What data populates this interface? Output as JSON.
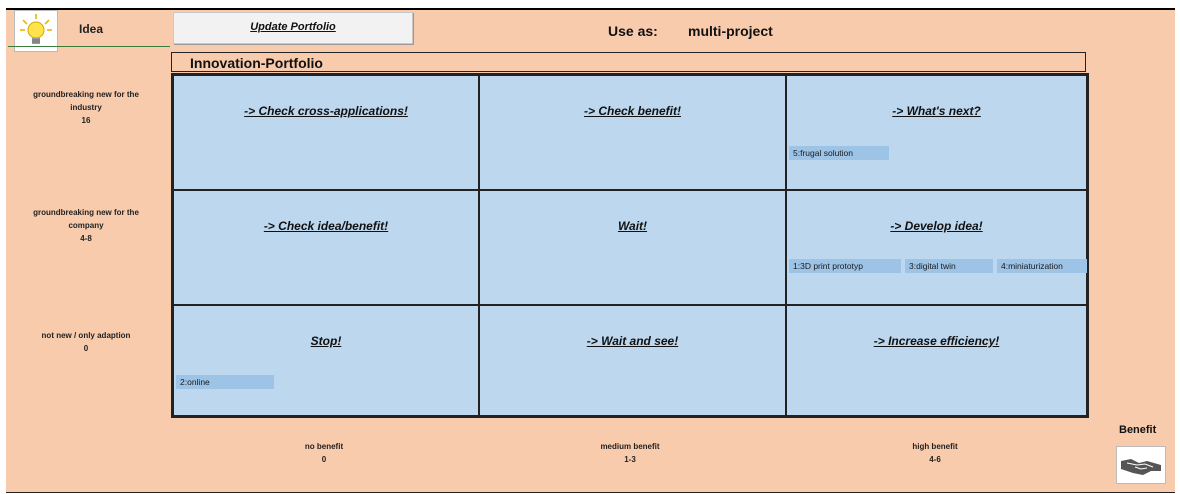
{
  "header": {
    "idea_label": "Idea",
    "update_button": "Update Portfolio",
    "use_as_label": "Use as:",
    "use_as_value": "multi-project"
  },
  "portfolio": {
    "title": "Innovation-Portfolio",
    "cells": [
      {
        "title": "-> Check cross-applications!"
      },
      {
        "title": "-> Check benefit!"
      },
      {
        "title": "-> What's next?"
      },
      {
        "title": "-> Check idea/benefit!"
      },
      {
        "title": "Wait!"
      },
      {
        "title": "-> Develop idea!"
      },
      {
        "title": "Stop!"
      },
      {
        "title": "-> Wait and see!"
      },
      {
        "title": "-> Increase efficiency!"
      }
    ],
    "chips": {
      "frugal": "5:frugal solution",
      "print3d": "1:3D print prototyp",
      "twin": "3:digital twin",
      "mini": "4:miniaturization",
      "online": "2:online"
    }
  },
  "rows": [
    {
      "line1": "groundbreaking new for the",
      "line2": "industry",
      "score": "16"
    },
    {
      "line1": "groundbreaking new for the",
      "line2": "company",
      "score": "4-8"
    },
    {
      "line1": "not new / only adaption",
      "line2": "",
      "score": "0"
    }
  ],
  "columns": [
    {
      "label": "no benefit",
      "score": "0"
    },
    {
      "label": "medium benefit",
      "score": "1-3"
    },
    {
      "label": "high benefit",
      "score": "4-6"
    }
  ],
  "axis": {
    "benefit_label": "Benefit"
  },
  "icons": {
    "idea": "lightbulb-icon",
    "benefit": "handshake-icon"
  }
}
